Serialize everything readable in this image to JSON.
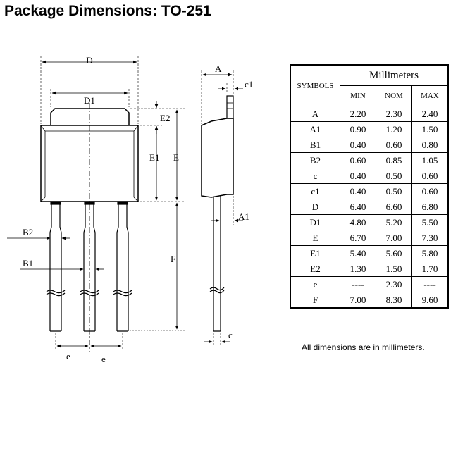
{
  "title": "Package Dimensions: TO-251",
  "drawing_labels": {
    "D": "D",
    "D1": "D1",
    "E2": "E2",
    "E1": "E1",
    "E": "E",
    "F": "F",
    "B2": "B2",
    "B1": "B1",
    "e1": "e",
    "e2": "e",
    "A": "A",
    "c1": "c1",
    "A1": "A1",
    "c": "c"
  },
  "table": {
    "symbols_header": "SYMBOLS",
    "unit_header": "Millimeters",
    "col_headers": [
      "MIN",
      "NOM",
      "MAX"
    ],
    "rows": [
      {
        "symbol": "A",
        "min": "2.20",
        "nom": "2.30",
        "max": "2.40"
      },
      {
        "symbol": "A1",
        "min": "0.90",
        "nom": "1.20",
        "max": "1.50"
      },
      {
        "symbol": "B1",
        "min": "0.40",
        "nom": "0.60",
        "max": "0.80"
      },
      {
        "symbol": "B2",
        "min": "0.60",
        "nom": "0.85",
        "max": "1.05"
      },
      {
        "symbol": "c",
        "min": "0.40",
        "nom": "0.50",
        "max": "0.60"
      },
      {
        "symbol": "c1",
        "min": "0.40",
        "nom": "0.50",
        "max": "0.60"
      },
      {
        "symbol": "D",
        "min": "6.40",
        "nom": "6.60",
        "max": "6.80"
      },
      {
        "symbol": "D1",
        "min": "4.80",
        "nom": "5.20",
        "max": "5.50"
      },
      {
        "symbol": "E",
        "min": "6.70",
        "nom": "7.00",
        "max": "7.30"
      },
      {
        "symbol": "E1",
        "min": "5.40",
        "nom": "5.60",
        "max": "5.80"
      },
      {
        "symbol": "E2",
        "min": "1.30",
        "nom": "1.50",
        "max": "1.70"
      },
      {
        "symbol": "e",
        "min": "----",
        "nom": "2.30",
        "max": "----"
      },
      {
        "symbol": "F",
        "min": "7.00",
        "nom": "8.30",
        "max": "9.60"
      }
    ]
  },
  "note": "All dimensions are in millimeters."
}
